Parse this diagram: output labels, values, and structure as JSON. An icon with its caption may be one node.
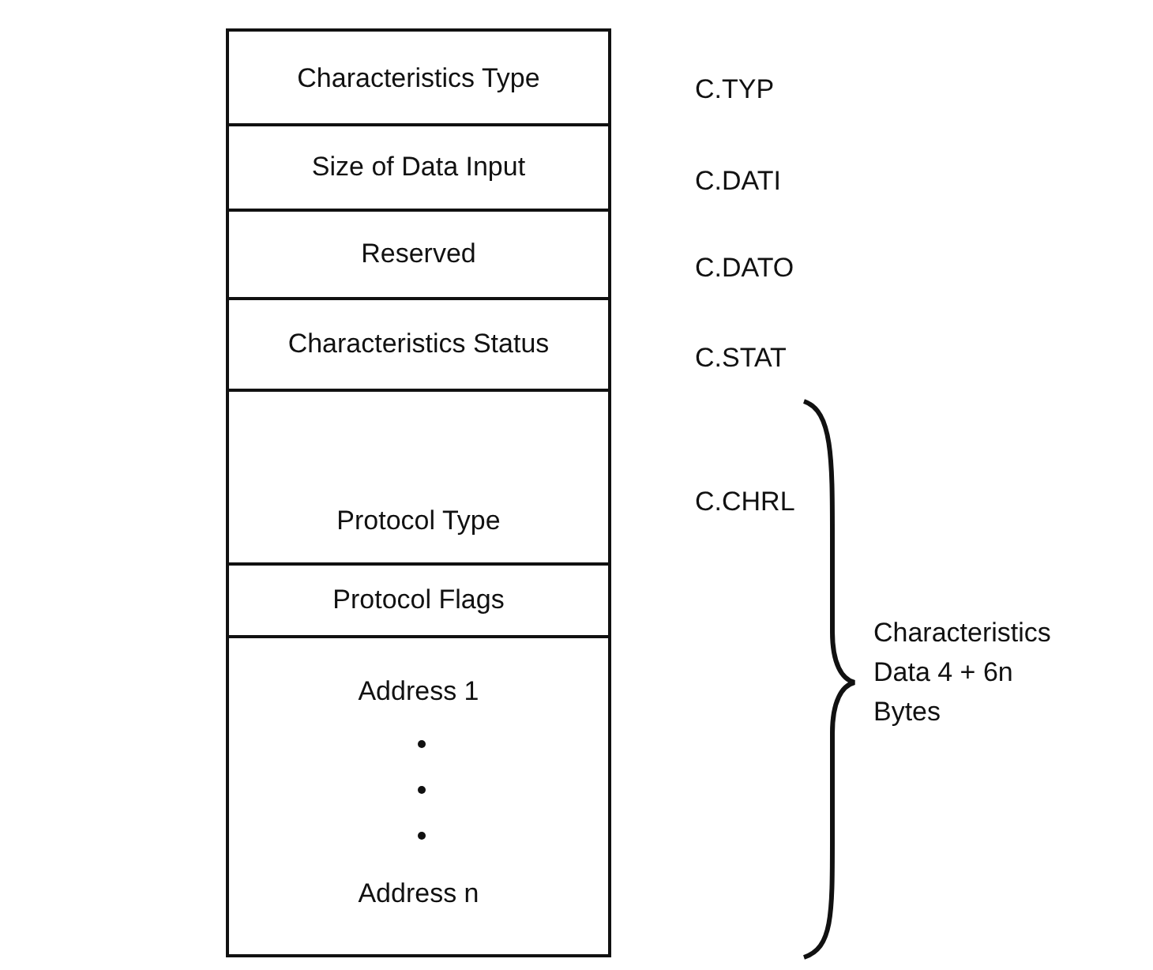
{
  "diagram": {
    "nodes": [
      {
        "text": [
          "Characteristics Type"
        ],
        "beside": [
          "C.TYP"
        ]
      },
      {
        "text": [
          "Size of Data Input"
        ],
        "beside": [
          "C.DATI"
        ]
      },
      {
        "text": [
          "Reserved"
        ],
        "beside": [
          "C.DATO"
        ]
      },
      {
        "text": [
          "Characteristics Status"
        ],
        "beside": [
          "C.STAT"
        ]
      },
      {
        "text": [
          "Protocol Type"
        ],
        "beside": [
          "C.CHRL"
        ]
      },
      {
        "text": [
          "Protocol Flags"
        ]
      },
      {
        "text": [
          "Address 1",
          "Address n"
        ]
      }
    ],
    "labels": [
      "Characteristics Data 4 + 6n Bytes"
    ]
  }
}
